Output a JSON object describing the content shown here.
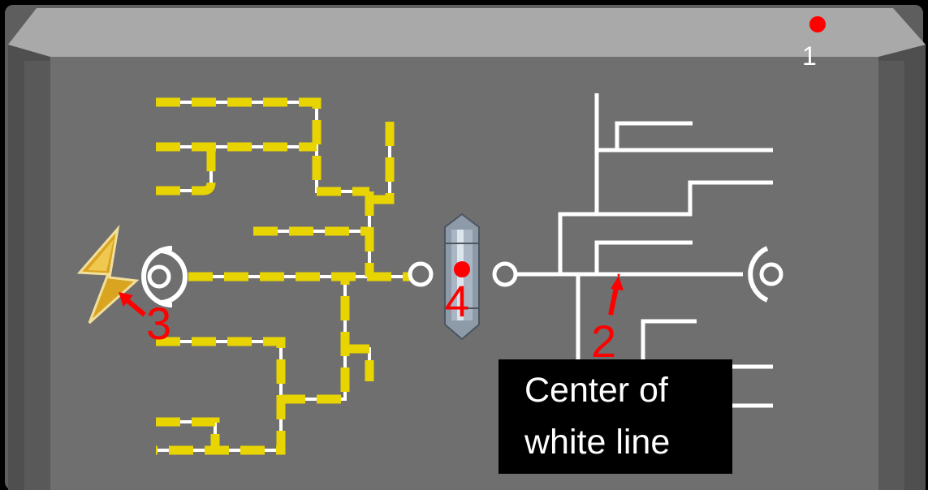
{
  "annotations": {
    "marker_1": "1",
    "marker_2": "2",
    "marker_3": "3",
    "marker_4": "4",
    "marker_color": "#ff0000"
  },
  "callout": {
    "line1": "Center of",
    "line2": "white line"
  },
  "colors": {
    "panel": "#6f6f6f",
    "bevel_top": "#a9a9a9",
    "wire": "#ffffff",
    "powered_dash": "#e8d400",
    "bolt": "#d9a520",
    "fuse": "#8d9aa8"
  },
  "icons": [
    "lightning-bolt-icon",
    "fuse-icon",
    "socket-icon"
  ]
}
